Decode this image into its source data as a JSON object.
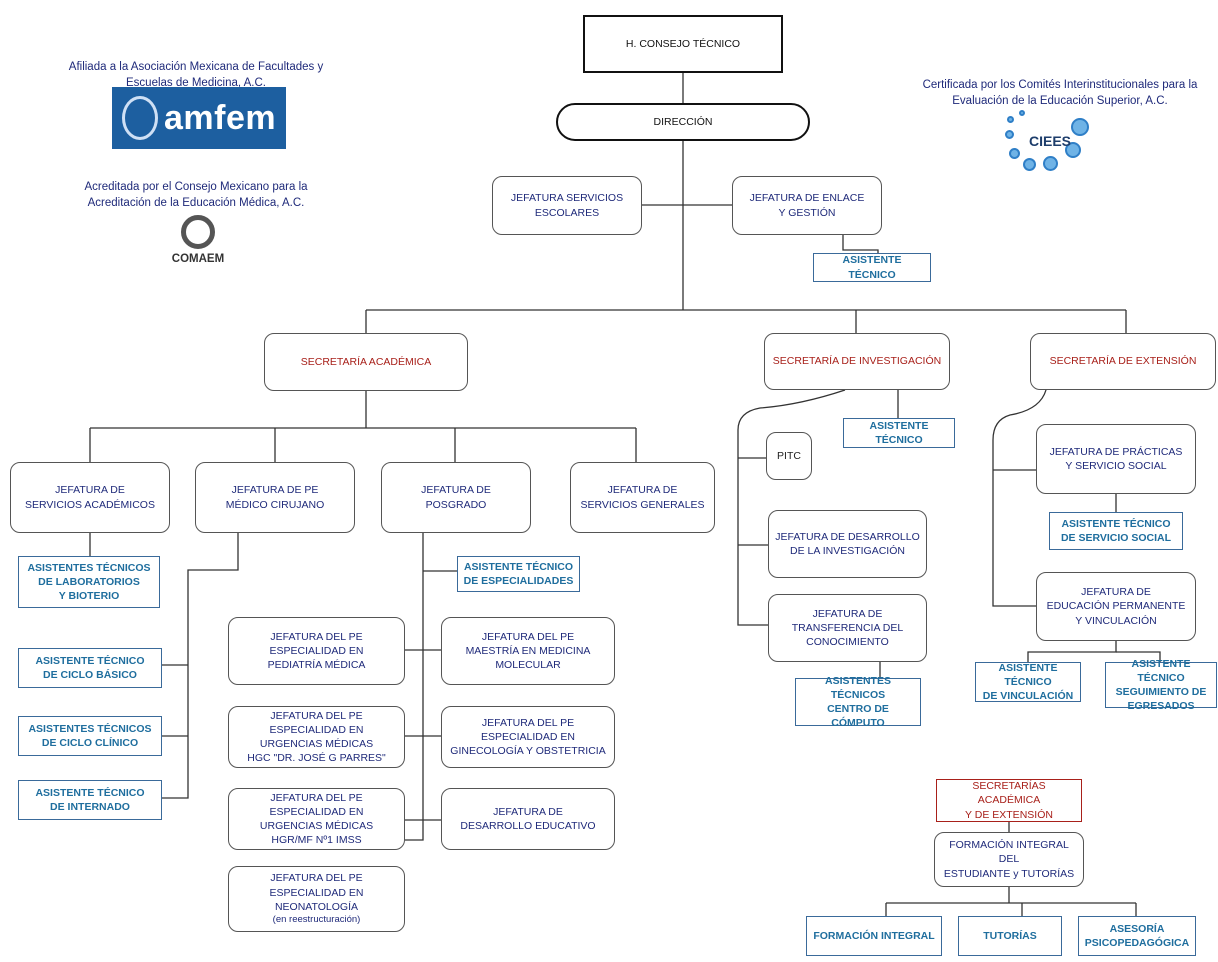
{
  "notes": {
    "amfem_caption": "Afiliada a la Asociación Mexicana de\nFacultades y Escuelas de Medicina, A.C.",
    "amfem_logo": "amfem",
    "comaem_caption": "Acreditada por el Consejo Mexicano para la\nAcreditación de la Educación Médica, A.C.",
    "comaem_logo": "COMAEM",
    "ciees_caption": "Certificada por los Comités Interinstitucionales para\nla Evaluación de la Educación Superior, A.C.",
    "ciees_logo": "CIEES"
  },
  "top": {
    "consejo": "H. CONSEJO TÉCNICO",
    "direccion": "DIRECCIÓN",
    "servicios_escolares": "JEFATURA SERVICIOS\nESCOLARES",
    "enlace": "JEFATURA DE ENLACE\nY GESTIÓN",
    "asistente_enlace": "ASISTENTE TÉCNICO"
  },
  "secretarias": {
    "academica": "SECRETARÍA ACADÉMICA",
    "investigacion": "SECRETARÍA DE INVESTIGACIÓN",
    "extension": "SECRETARÍA DE EXTENSIÓN"
  },
  "academica": {
    "servicios_academicos": "JEFATURA DE\nSERVICIOS ACADÉMICOS",
    "pe_medico": "JEFATURA DE PE\nMÉDICO CIRUJANO",
    "posgrado": "JEFATURA DE\nPOSGRADO",
    "servicios_generales": "JEFATURA DE\nSERVICIOS GENERALES",
    "asist_laboratorios": "ASISTENTES TÉCNICOS\nDE LABORATORIOS\nY BIOTERIO",
    "asist_ciclo_basico": "ASISTENTE TÉCNICO\nDE CICLO BÁSICO",
    "asist_ciclo_clinico": "ASISTENTES TÉCNICOS\nDE CICLO CLÍNICO",
    "asist_internado": "ASISTENTE TÉCNICO\nDE INTERNADO",
    "asist_especialidades": "ASISTENTE TÉCNICO\nDE ESPECIALIDADES",
    "pe_pediatria": "JEFATURA DEL PE\nESPECIALIDAD EN\nPEDIATRÍA MÉDICA",
    "pe_urgencias_hgc": "JEFATURA DEL PE\nESPECIALIDAD EN\nURGENCIAS MÉDICAS\nHGC \"DR. JOSÉ G PARRES\"",
    "pe_urgencias_hgr": "JEFATURA DEL PE\nESPECIALIDAD EN\nURGENCIAS MÉDICAS\nHGR/MF Nº1 IMSS",
    "pe_neonatologia": "JEFATURA DEL PE\nESPECIALIDAD EN\nNEONATOLOGÍA",
    "pe_neonatologia_note": "(en reestructuración)",
    "pe_maestria": "JEFATURA DEL PE\nMAESTRÍA EN MEDICINA\nMOLECULAR",
    "pe_ginecologia": "JEFATURA DEL PE\nESPECIALIDAD EN\nGINECOLOGÍA Y OBSTETRICIA",
    "desarrollo_educativo": "JEFATURA DE\nDESARROLLO EDUCATIVO"
  },
  "investigacion": {
    "asistente": "ASISTENTE TÉCNICO",
    "pitc": "PITC",
    "desarrollo": "JEFATURA DE DESARROLLO\nDE LA INVESTIGACIÓN",
    "transferencia": "JEFATURA DE\nTRANSFERENCIA DEL\nCONOCIMIENTO",
    "asist_computo": "ASISTENTES\nTÉCNICOS\nCENTRO DE CÓMPUTO"
  },
  "extension": {
    "practicas": "JEFATURA DE PRÁCTICAS\nY SERVICIO SOCIAL",
    "asist_servicio_social": "ASISTENTE TÉCNICO\nDE SERVICIO SOCIAL",
    "educacion_permanente": "JEFATURA DE\nEDUCACIÓN PERMANENTE\nY VINCULACIÓN",
    "asist_vinculacion": "ASISTENTE TÉCNICO\nDE VINCULACIÓN",
    "asist_egresados": "ASISTENTE TÉCNICO\nSEGUIMIENTO DE\nEGRESADOS"
  },
  "integral": {
    "secretarias": "SECRETARÍAS ACADÉMICA\nY DE EXTENSIÓN",
    "formacion_tutorias": "FORMACIÓN INTEGRAL DEL\nESTUDIANTE y TUTORÍAS",
    "formacion": "FORMACIÓN INTEGRAL",
    "tutorias": "TUTORÍAS",
    "asesoria": "ASESORÍA\nPSICOPEDAGÓGICA"
  },
  "colors": {
    "navy": "#1f2a7a",
    "red": "#a8201a",
    "teal": "#1f6e9e"
  }
}
